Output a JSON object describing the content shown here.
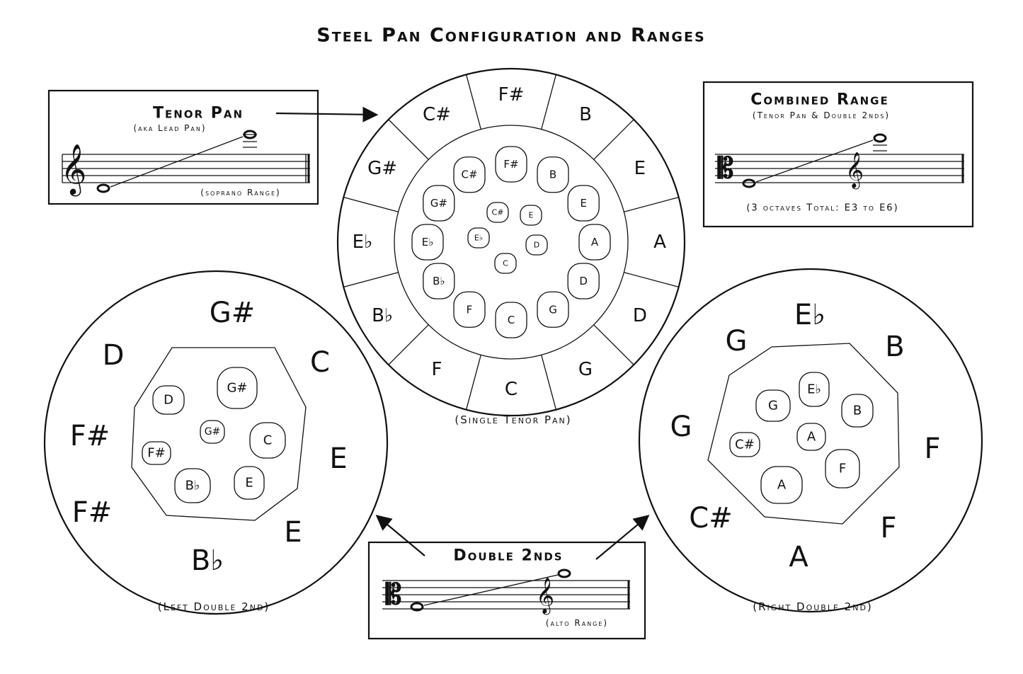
{
  "title": "Steel Pan Configuration and Ranges",
  "tenor_box": {
    "title": "Tenor Pan",
    "subtitle": "(aka Lead Pan)",
    "range": "(soprano Range)"
  },
  "combined_box": {
    "title": "Combined Range",
    "subtitle": "(Tenor Pan & Double 2nds)",
    "total": "(3 octaves Total: E3 to E6)"
  },
  "double_box": {
    "title": "Double 2nds",
    "range": "(alto Range)"
  },
  "captions": {
    "single": "(Single Tenor Pan)",
    "left": "(Left Double 2nd)",
    "right": "(Right Double 2nd)"
  },
  "tenor_pan": {
    "outer": [
      "F#",
      "B",
      "E",
      "A",
      "D",
      "G",
      "C",
      "F",
      "B♭",
      "E♭",
      "G#",
      "C#"
    ],
    "middle": [
      "F#",
      "B",
      "E",
      "A",
      "D",
      "G",
      "C",
      "F",
      "B♭",
      "E♭",
      "G#",
      "C#"
    ],
    "inner": [
      "C#",
      "E",
      "E♭",
      "D",
      "C"
    ]
  },
  "left_double": {
    "outer": [
      "G#",
      "C",
      "E",
      "E",
      "B♭",
      "F#",
      "F#",
      "D"
    ],
    "inner": [
      "G#",
      "C",
      "E",
      "B♭",
      "F#",
      "D",
      "G#"
    ]
  },
  "right_double": {
    "outer": [
      "E♭",
      "B",
      "F",
      "F",
      "A",
      "C#",
      "G",
      "G"
    ],
    "inner": [
      "E♭",
      "B",
      "F",
      "A",
      "C#",
      "G",
      "A"
    ]
  },
  "icons": {
    "clef": "treble-clef-icon",
    "alto": "alto-clef-icon"
  }
}
